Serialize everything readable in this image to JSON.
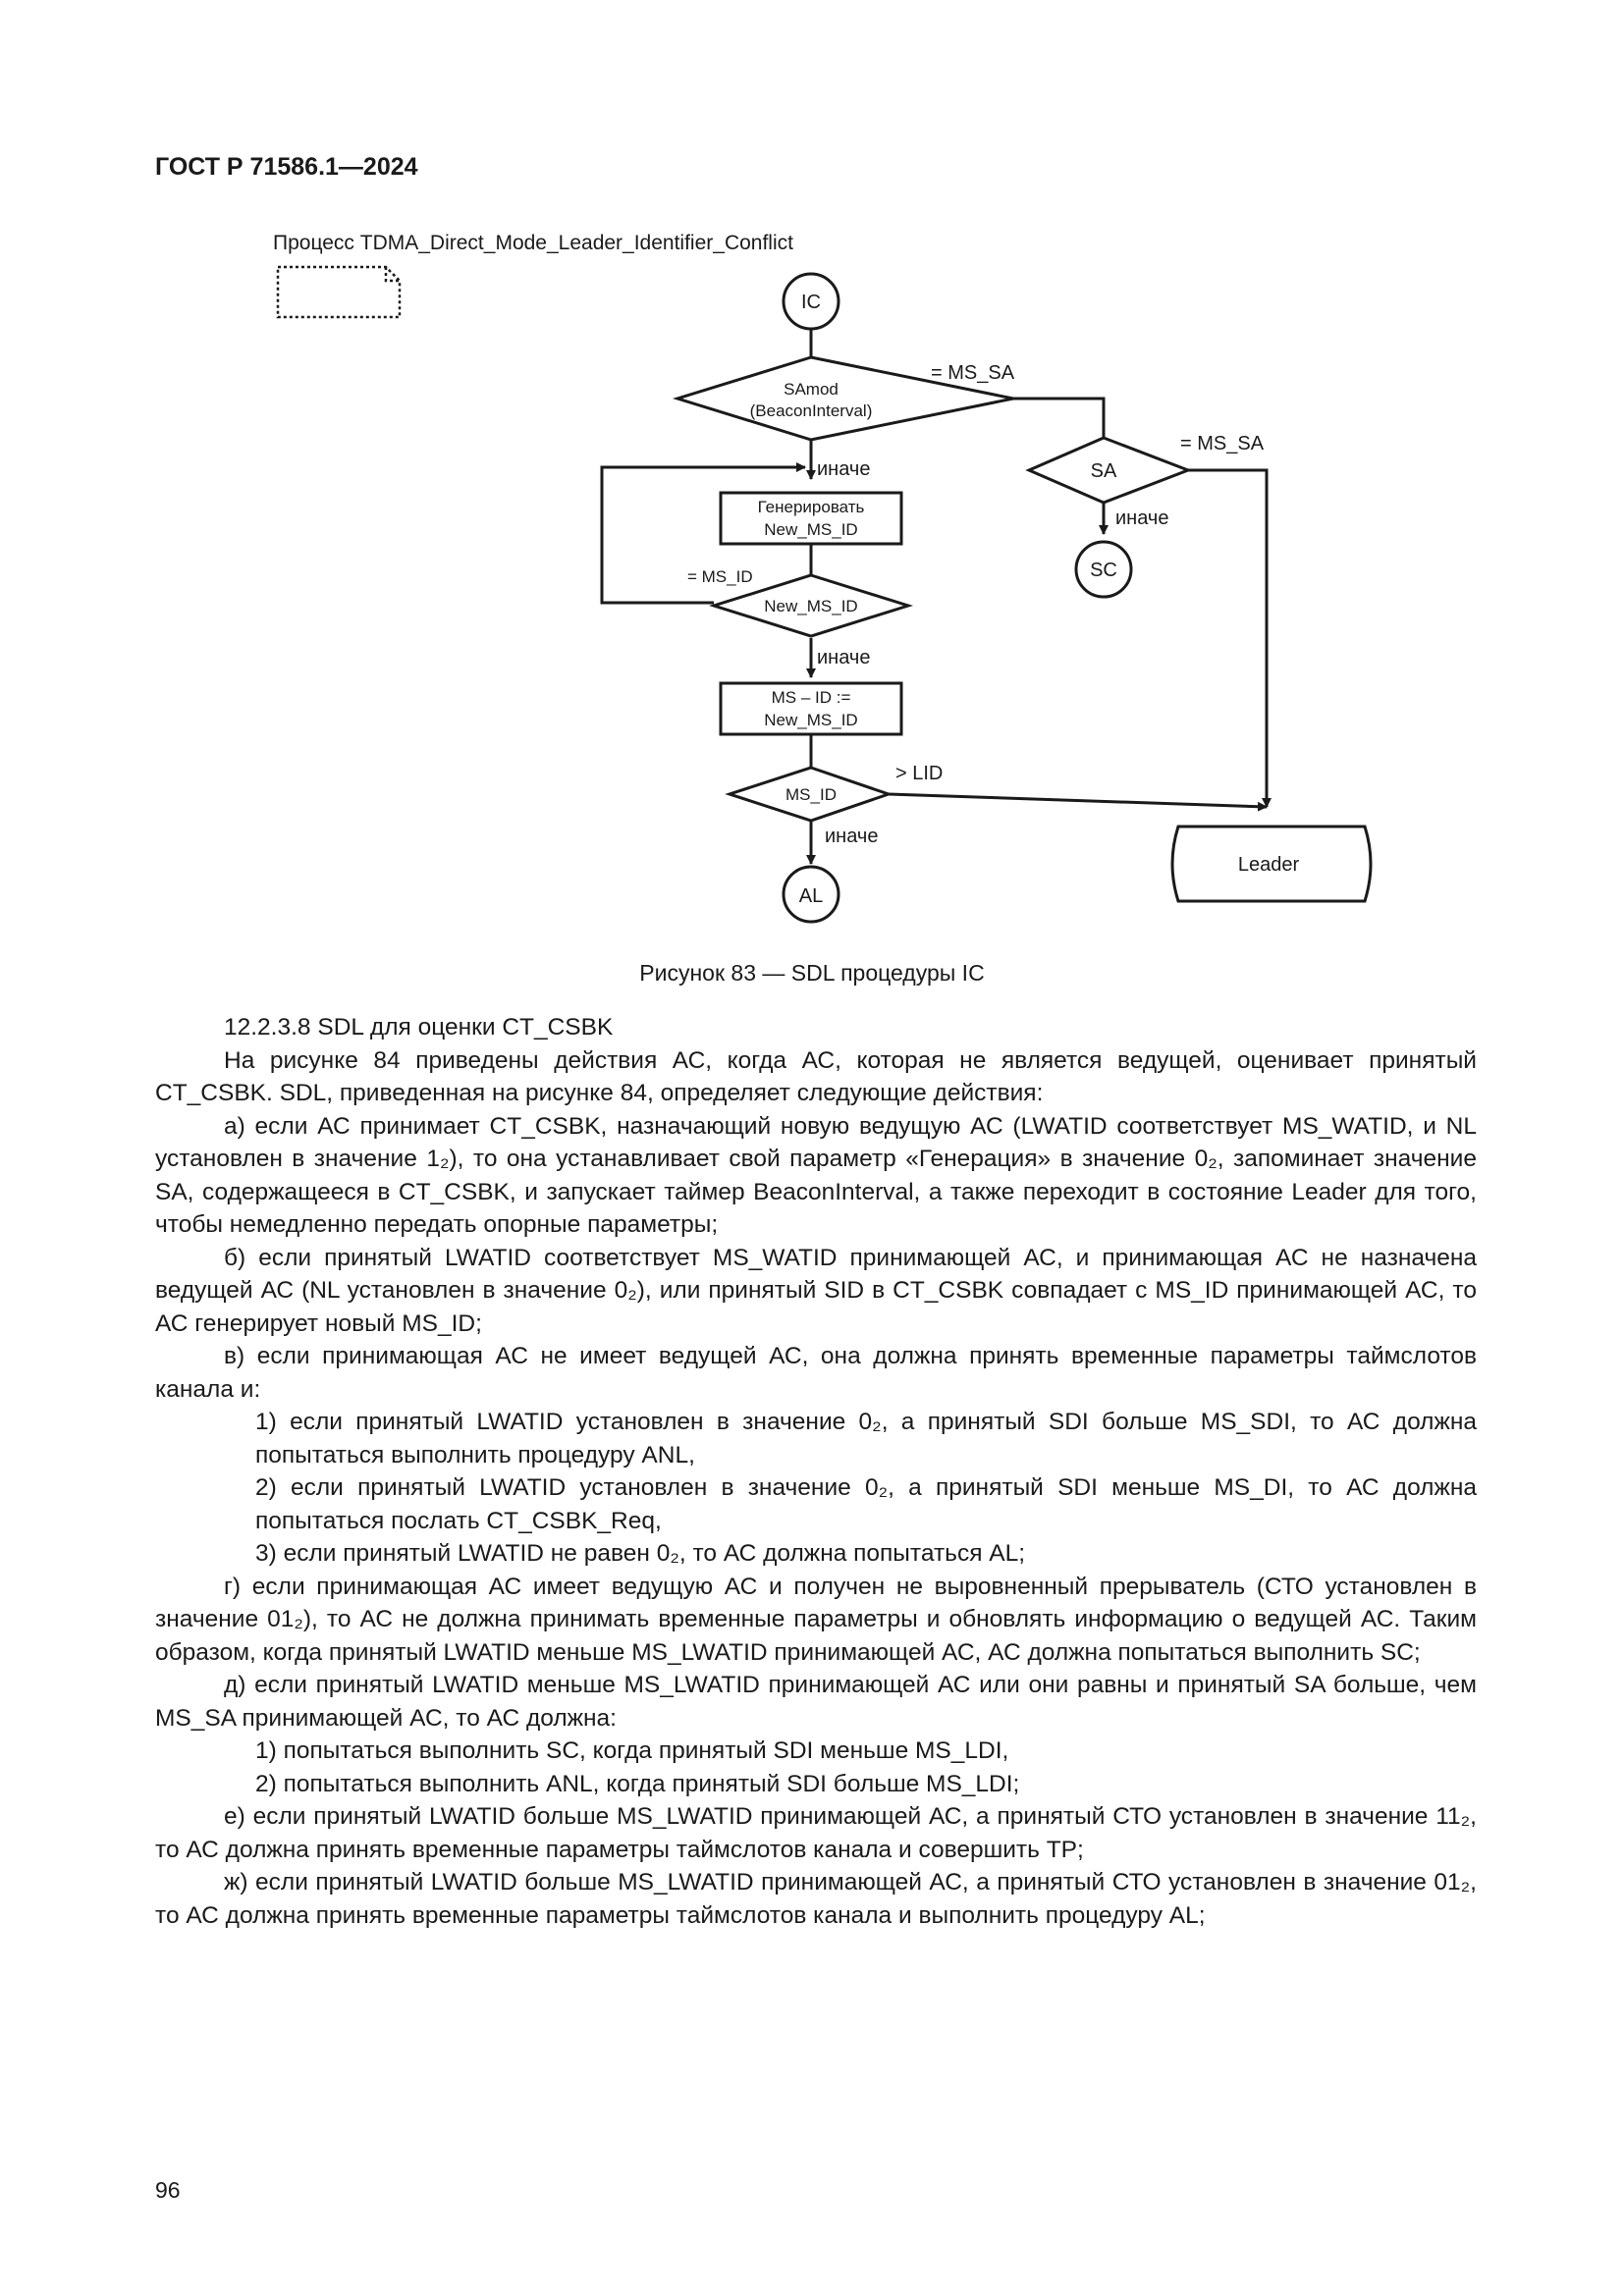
{
  "header": "ГОСТ Р 71586.1—2024",
  "diagram": {
    "process_title": "Процесс TDMA_Direct_Mode_Leader_Identifier_Conflict",
    "start_ic": "IC",
    "samod_line1": "SAmod",
    "samod_line2": "(BeaconInterval)",
    "label_eq_ms_sa_1": "= MS_SA",
    "label_else_1": "иначе",
    "gen_line1": "Генерировать",
    "gen_line2": "New_MS_ID",
    "label_eq_ms_id": "= MS_ID",
    "newmsid_decision": "New_MS_ID",
    "label_else_2": "иначе",
    "assign_line1": "MS – ID :=",
    "assign_line2": "New_MS_ID",
    "msid_decision": "MS_ID",
    "label_gt_lid": "> LID",
    "label_else_3": "иначе",
    "end_al": "AL",
    "sa_decision": "SA",
    "label_eq_ms_sa_2": "= MS_SA",
    "label_else_4": "иначе",
    "end_sc": "SC",
    "leader_state": "Leader"
  },
  "caption": "Рисунок 83 — SDL процедуры IC",
  "section_heading": "12.2.3.8 SDL для оценки CT_CSBK",
  "paragraphs": [
    "На рисунке 84 приведены действия АС, когда АС, которая не является ведущей, оценивает принятый CT_CSBK. SDL, приведенная на рисунке 84, определяет следующие действия:",
    "а) если АС принимает CT_CSBK, назначающий новую ведущую АС (LWATID соответствует MS_WATID, и NL установлен в значение 1₂), то она устанавливает свой параметр «Генерация» в значение 0₂, запоминает значение SA, содержащееся в CT_CSBK, и запускает таймер BeaconInterval, а также переходит в состояние Leader для того, чтобы немедленно передать опорные параметры;",
    "б) если принятый LWATID соответствует MS_WATID принимающей АС, и принимающая АС не назначена ведущей АС (NL установлен в значение 0₂), или принятый SID в CT_CSBK совпадает с MS_ID принимающей АС, то АС генерирует новый MS_ID;",
    "в) если принимающая АС не имеет ведущей АС, она должна принять временные параметры таймслотов канала и:",
    "1) если принятый LWATID установлен в значение 0₂, а принятый SDI больше MS_SDI, то АС должна попытаться выполнить процедуру ANL,",
    "2) если принятый LWATID установлен в значение 0₂, а принятый SDI меньше MS_DI, то АС должна попытаться послать CT_CSBK_Req,",
    "3) если принятый LWATID не равен 0₂, то АС должна попытаться AL;",
    "г) если принимающая АС имеет ведущую АС и получен не выровненный прерыватель (СТО установлен в значение 01₂), то АС не должна принимать временные параметры и обновлять информацию о ведущей АС. Таким образом, когда принятый LWATID меньше MS_LWATID принимающей АС, АС должна попытаться выполнить SC;",
    "д) если принятый LWATID меньше MS_LWATID принимающей АС или они равны и принятый SA больше, чем MS_SA принимающей АС, то АС должна:",
    "1) попытаться выполнить SC, когда принятый SDI меньше MS_LDI,",
    "2) попытаться выполнить ANL, когда принятый SDI больше MS_LDI;",
    "е) если принятый LWATID больше MS_LWATID принимающей АС, а принятый СТО установлен в значение 11₂, то АС должна принять временные параметры таймслотов канала и совершить TP;",
    "ж) если принятый LWATID больше MS_LWATID принимающей АС, а принятый СТО установлен в значение 01₂, то АС должна принять временные параметры таймслотов канала и выполнить процедуру AL;"
  ],
  "page_number": "96"
}
